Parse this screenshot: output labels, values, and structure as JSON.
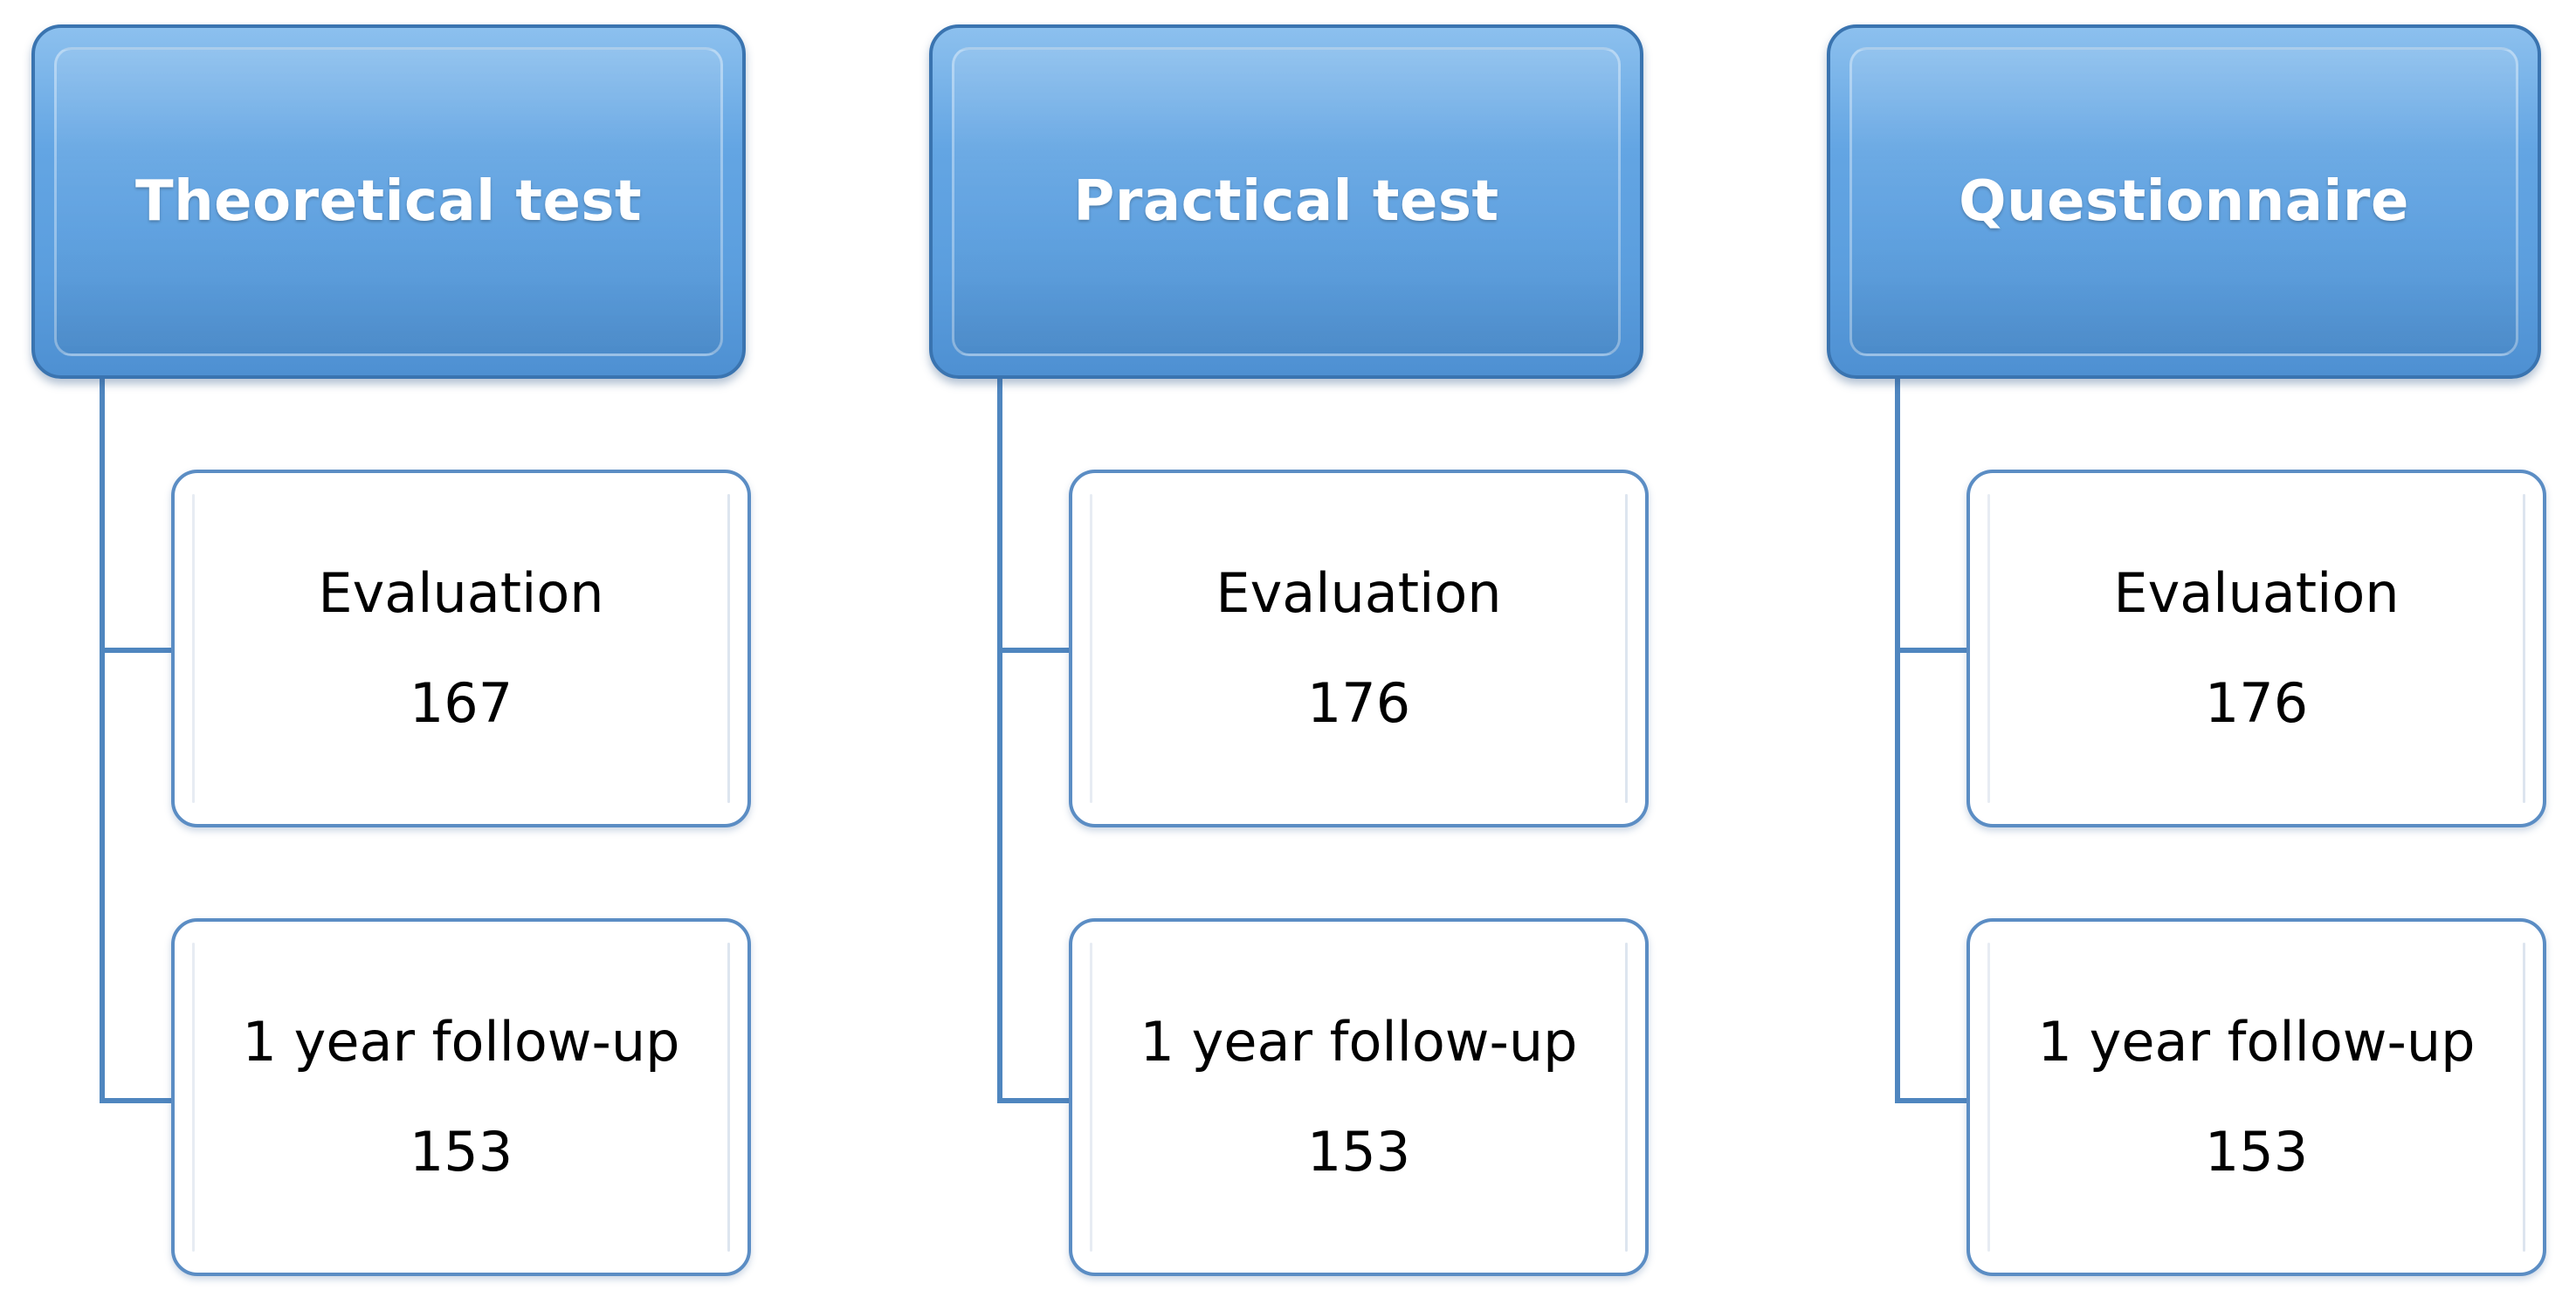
{
  "columns": [
    {
      "header": "Theoretical test",
      "items": [
        {
          "label": "Evaluation",
          "value": "167"
        },
        {
          "label": "1 year follow-up",
          "value": "153"
        }
      ]
    },
    {
      "header": "Practical test",
      "items": [
        {
          "label": "Evaluation",
          "value": "176"
        },
        {
          "label": "1 year follow-up",
          "value": "153"
        }
      ]
    },
    {
      "header": "Questionnaire",
      "items": [
        {
          "label": "Evaluation",
          "value": "176"
        },
        {
          "label": "1 year follow-up",
          "value": "153"
        }
      ]
    }
  ],
  "colors": {
    "header_fill": "#5b9ede",
    "header_border": "#3a74b0",
    "child_border": "#5b8dc4",
    "connector": "#4f86bf",
    "header_text": "#ffffff",
    "child_text": "#000000"
  }
}
